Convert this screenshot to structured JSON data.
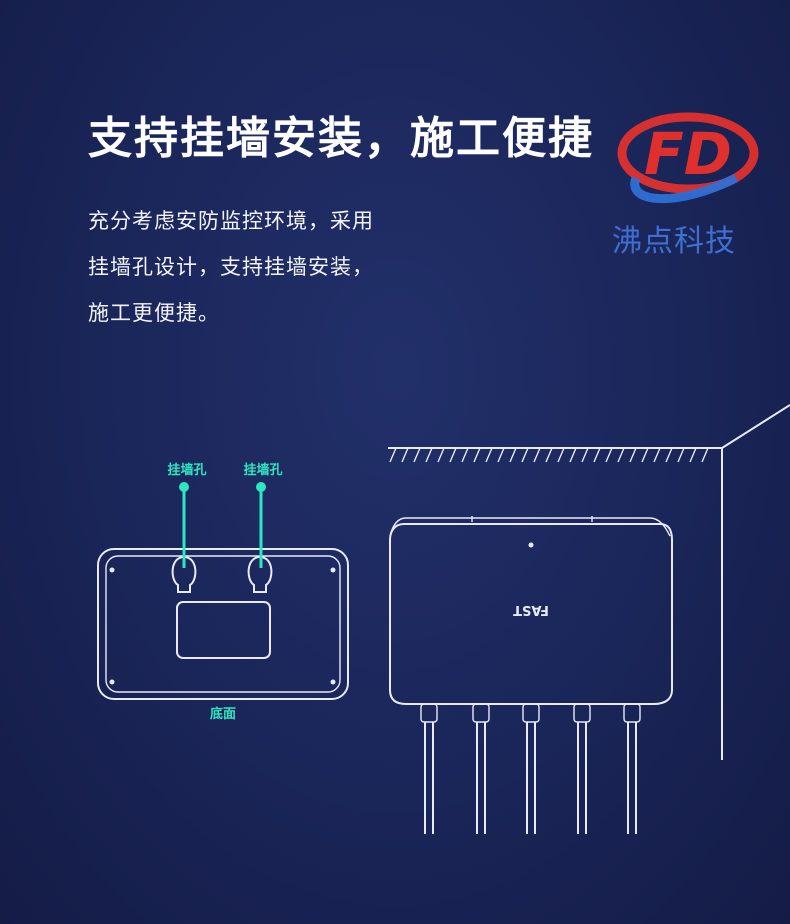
{
  "headline": "支持挂墙安装，施工便捷",
  "description": {
    "line1": "充分考虑安防监控环境，采用",
    "line2": "挂墙孔设计，支持挂墙安装，",
    "line3": "施工更便捷。"
  },
  "logo": {
    "mark_text": "FD",
    "name": "沸点科技",
    "colors": {
      "red": "#e0302e",
      "blue": "#2f6fd6"
    }
  },
  "illustration": {
    "hole_label_1": "挂墙孔",
    "hole_label_2": "挂墙孔",
    "bottom_label": "底面",
    "device_brand": "FAST",
    "accent_color": "#2fe6c2"
  }
}
